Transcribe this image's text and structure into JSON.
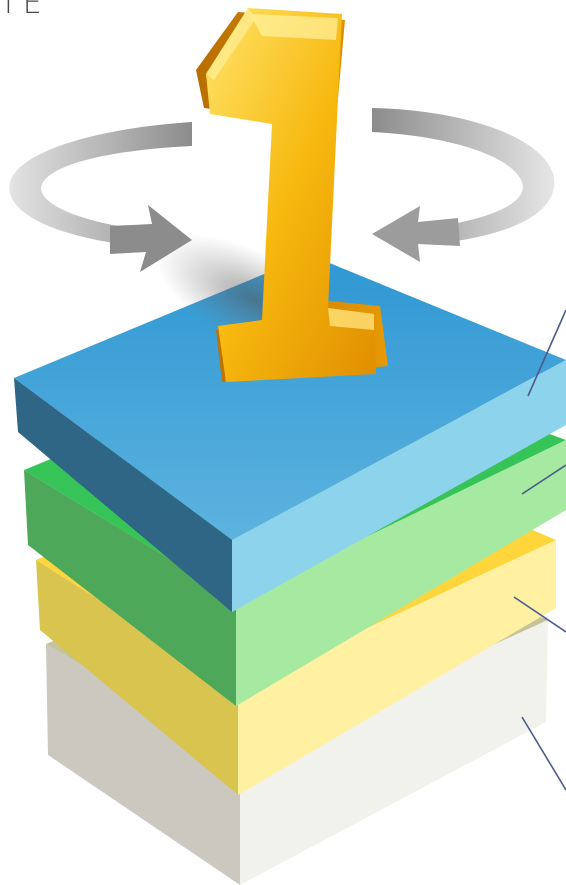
{
  "corner_text": "ΓΕ",
  "figure": {
    "numeral": "1",
    "layers": [
      {
        "name": "blue",
        "top": "#3a9fd6",
        "front_left": "#2e6688",
        "front_right": "#8ed2ec"
      },
      {
        "name": "green",
        "top": "#39c45a",
        "front_left": "#4fa85a",
        "front_right": "#a6eaa0"
      },
      {
        "name": "yellow",
        "top": "#ffd23a",
        "front_left": "#d8c24f",
        "front_right": "#ffeea0"
      },
      {
        "name": "gray",
        "top": "#c9c7a2",
        "front_left": "#c9c6bc",
        "front_right": "#f3f3ee"
      }
    ],
    "numeral_color": "#f5b50f",
    "arrow_color": "#9a9a9a",
    "callout_color": "#4a5b8c"
  }
}
